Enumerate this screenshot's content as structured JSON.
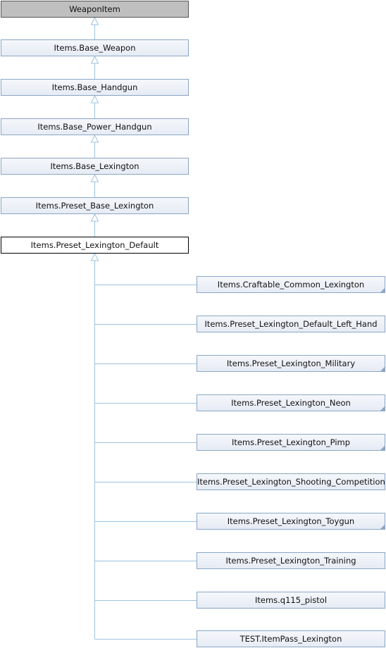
{
  "diagram": {
    "root": {
      "label": "WeaponItem"
    },
    "ancestors": [
      {
        "label": "Items.Base_Weapon"
      },
      {
        "label": "Items.Base_Handgun"
      },
      {
        "label": "Items.Base_Power_Handgun"
      },
      {
        "label": "Items.Base_Lexington"
      },
      {
        "label": "Items.Preset_Base_Lexington"
      }
    ],
    "current": {
      "label": "Items.Preset_Lexington_Default"
    },
    "children": [
      {
        "label": "Items.Craftable_Common_Lexington"
      },
      {
        "label": "Items.Preset_Lexington_Default_Left_Hand"
      },
      {
        "label": "Items.Preset_Lexington_Military"
      },
      {
        "label": "Items.Preset_Lexington_Neon"
      },
      {
        "label": "Items.Preset_Lexington_Pimp"
      },
      {
        "label": "Items.Preset_Lexington_Shooting_Competition"
      },
      {
        "label": "Items.Preset_Lexington_Toygun"
      },
      {
        "label": "Items.Preset_Lexington_Training"
      },
      {
        "label": "Items.q115_pistol"
      },
      {
        "label": "TEST.ItemPass_Lexington"
      }
    ],
    "colors": {
      "edge": "#9cc3df",
      "node_border": "#8aa7c6",
      "root_fill": "#bfbfbf",
      "current_border": "#000000"
    }
  }
}
